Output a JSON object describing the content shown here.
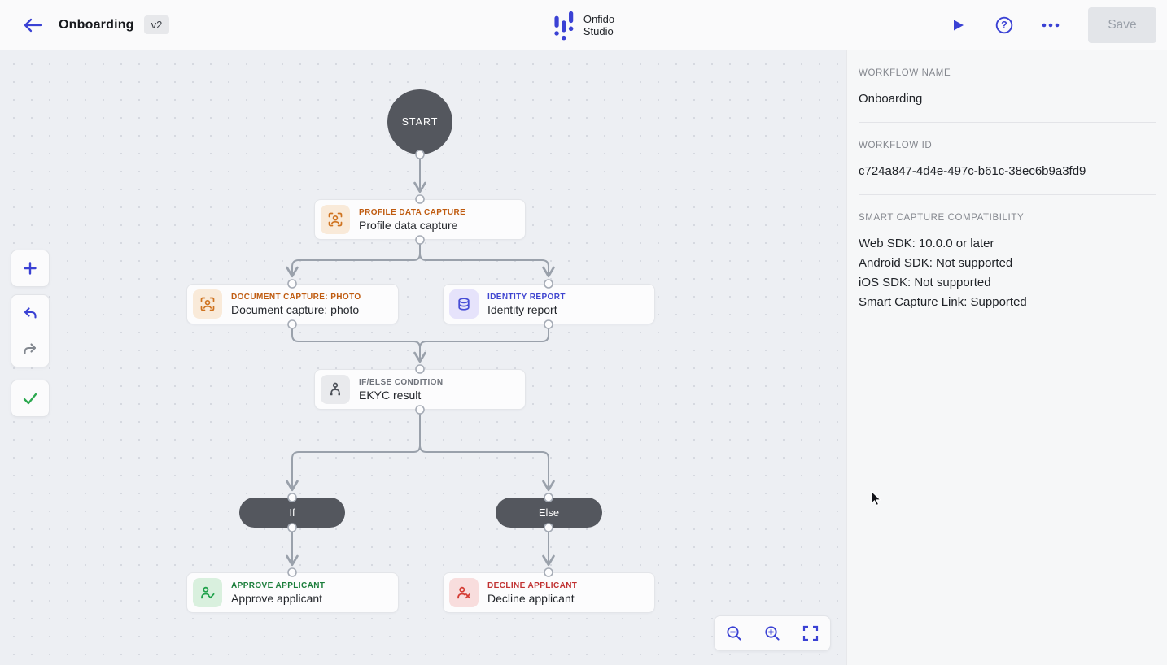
{
  "topbar": {
    "title": "Onboarding",
    "version_badge": "v2",
    "brand": {
      "line1": "Onfido",
      "line2": "Studio"
    },
    "save_label": "Save"
  },
  "canvas": {
    "start_label": "START",
    "nodes": [
      {
        "id": "profile-data-capture",
        "type_label": "PROFILE DATA CAPTURE",
        "title": "Profile data capture",
        "accent": "#bf5b10",
        "icon": "person-scan-icon",
        "icon_bg": "#f9ead9"
      },
      {
        "id": "document-capture-photo",
        "type_label": "DOCUMENT CAPTURE: PHOTO",
        "title": "Document capture: photo",
        "accent": "#bf5b10",
        "icon": "person-scan-icon",
        "icon_bg": "#f9ead9"
      },
      {
        "id": "identity-report",
        "type_label": "IDENTITY REPORT",
        "title": "Identity report",
        "accent": "#3f45d0",
        "icon": "database-icon",
        "icon_bg": "#e6e3fb"
      },
      {
        "id": "ekyc-result",
        "type_label": "IF/ELSE CONDITION",
        "title": "EKYC result",
        "accent": "#70747c",
        "icon": "branch-icon",
        "icon_bg": "#e9eaed"
      },
      {
        "id": "approve-applicant",
        "type_label": "APPROVE APPLICANT",
        "title": "Approve applicant",
        "accent": "#1c7e3c",
        "icon": "person-check-icon",
        "icon_bg": "#d9f0de"
      },
      {
        "id": "decline-applicant",
        "type_label": "DECLINE APPLICANT",
        "title": "Decline applicant",
        "accent": "#c03131",
        "icon": "person-x-icon",
        "icon_bg": "#f8dddd"
      }
    ],
    "branches": {
      "if_label": "If",
      "else_label": "Else"
    }
  },
  "panel": {
    "workflow_name_label": "WORKFLOW NAME",
    "workflow_name": "Onboarding",
    "workflow_id_label": "WORKFLOW ID",
    "workflow_id": "c724a847-4d4e-497c-b61c-38ec6b9a3fd9",
    "compatibility_label": "SMART CAPTURE COMPATIBILITY",
    "compatibility_lines": [
      "Web SDK: 10.0.0 or later",
      "Android SDK: Not supported",
      "iOS SDK: Not supported",
      "Smart Capture Link: Supported"
    ]
  },
  "colors": {
    "accent_blue": "#3a41d4",
    "node_dark": "#54575e",
    "edge_gray": "#9aa1ab",
    "approve_green": "#21a24c",
    "decline_red": "#d43c34"
  }
}
